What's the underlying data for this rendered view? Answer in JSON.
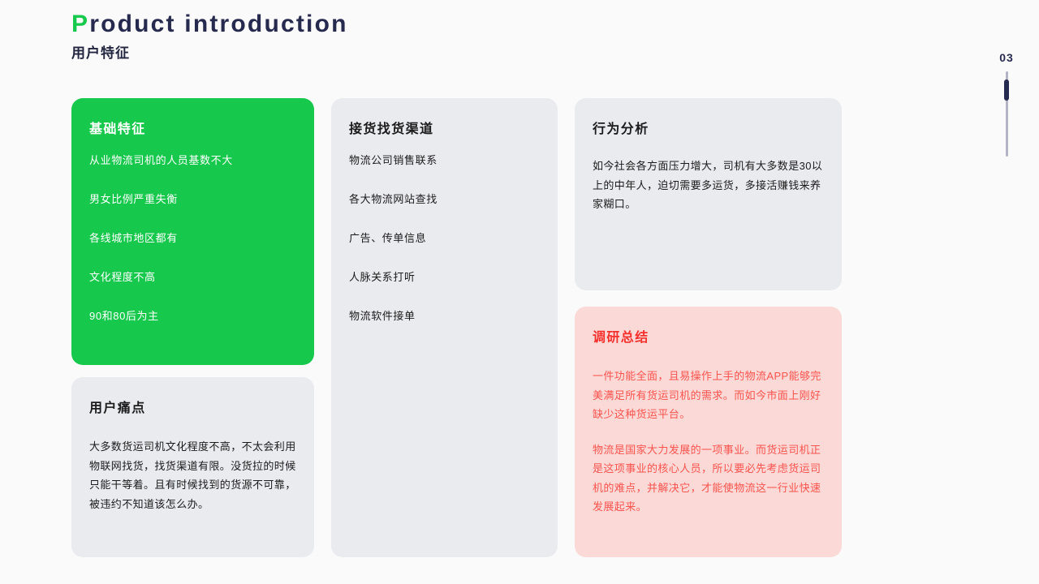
{
  "header": {
    "title_accent": "P",
    "title_rest": "roduct introduction",
    "subtitle": "用户特征",
    "accent_color": "#16c84b",
    "title_color": "#262a4e"
  },
  "pager": {
    "number": "03"
  },
  "cards": [
    {
      "id": "basic-features",
      "title": "基础特征",
      "style": "green",
      "bg_color": "#16c84b",
      "items": [
        "从业物流司机的人员基数不大",
        "男女比例严重失衡",
        "各线城市地区都有",
        "文化程度不高",
        "90和80后为主"
      ]
    },
    {
      "id": "user-pain-points",
      "title": "用户痛点",
      "style": "gray",
      "bg_color": "#eaebef",
      "paragraphs": [
        "大多数货运司机文化程度不高，不太会利用物联网找货，找货渠道有限。没货拉的时候只能干等着。且有时候找到的货源不可靠，被违约不知道该怎么办。"
      ]
    },
    {
      "id": "cargo-channels",
      "title": "接货找货渠道",
      "style": "gray",
      "bg_color": "#eaebef",
      "items": [
        "物流公司销售联系",
        "各大物流网站查找",
        "广告、传单信息",
        "人脉关系打听",
        "物流软件接单"
      ]
    },
    {
      "id": "behavior-analysis",
      "title": "行为分析",
      "style": "gray",
      "bg_color": "#eaebef",
      "paragraphs": [
        "如今社会各方面压力增大，司机有大多数是30以上的中年人，迫切需要多运货，多接活赚钱来养家糊口。"
      ]
    },
    {
      "id": "research-summary",
      "title": "调研总结",
      "style": "red",
      "bg_color": "#fad9d6",
      "title_color": "#f5302c",
      "text_color": "#f9534e",
      "paragraphs": [
        "一件功能全面，且易操作上手的物流APP能够完美满足所有货运司机的需求。而如今市面上刚好缺少这种货运平台。",
        "物流是国家大力发展的一项事业。而货运司机正是这项事业的核心人员，所以要必先考虑货运司机的难点，并解决它，才能使物流这一行业快速发展起来。"
      ]
    }
  ]
}
